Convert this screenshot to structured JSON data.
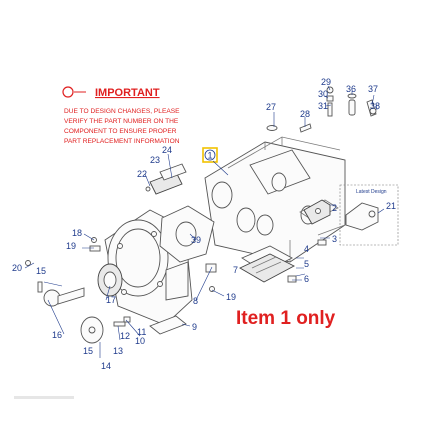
{
  "important": {
    "title": "IMPORTANT",
    "lines": [
      "DUE TO DESIGN CHANGES, PLEASE",
      "VERIFY THE PART NUMBER ON THE",
      "COMPONENT TO ENSURE PROPER",
      "PART REPLACEMENT INFORMATION"
    ]
  },
  "highlight": {
    "label": "1"
  },
  "inset": {
    "label": "Latest Design"
  },
  "note": {
    "text": "Item 1 only"
  },
  "callouts": {
    "n2": "2",
    "n3": "3",
    "n4": "4",
    "n5": "5",
    "n6": "6",
    "n7": "7",
    "n8": "8",
    "n9": "9",
    "n10": "10",
    "n11": "11",
    "n12": "12",
    "n13": "13",
    "n14": "14",
    "n15a": "15",
    "n15b": "15",
    "n16": "16",
    "n17": "17",
    "n18": "18",
    "n19a": "19",
    "n19b": "19",
    "n20": "20",
    "n21": "21",
    "n22": "22",
    "n23": "23",
    "n24": "24",
    "n27": "27",
    "n28": "28",
    "n29": "29",
    "n30": "30",
    "n31": "31",
    "n36": "36",
    "n37": "37",
    "n38": "38",
    "n39": "39"
  },
  "colors": {
    "callout": "#1f3b8c",
    "warning": "#e02020",
    "highlight": "#f2c200"
  }
}
